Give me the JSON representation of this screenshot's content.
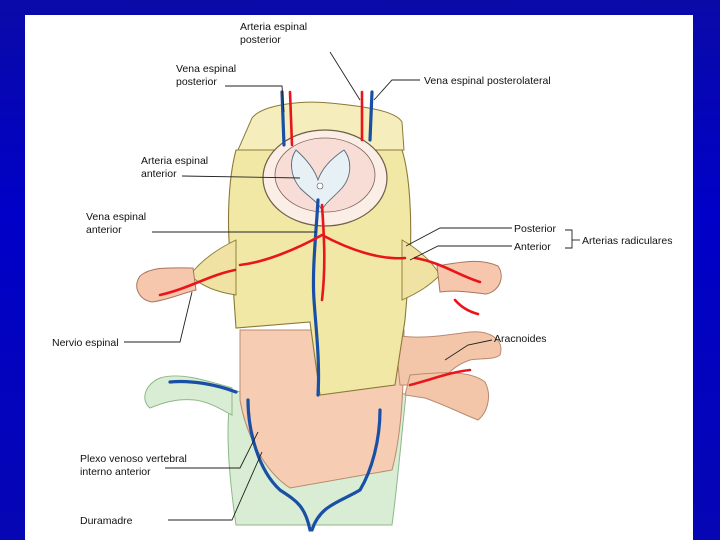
{
  "colors": {
    "background": "#0000c8",
    "artery": "#e8161a",
    "vein": "#1250a8",
    "cord_yellow": "#f2e7a3",
    "pia_pink": "#f6cdb4",
    "dura_green": "#d7ecd2"
  },
  "labels": {
    "arteria_espinal_posterior": [
      "Arteria espinal",
      "posterior"
    ],
    "vena_espinal_posterior": [
      "Vena espinal",
      "posterior"
    ],
    "vena_espinal_posterolateral": "Vena espinal posterolateral",
    "arteria_espinal_anterior": [
      "Arteria espinal",
      "anterior"
    ],
    "vena_espinal_anterior": [
      "Vena espinal",
      "anterior"
    ],
    "posterior": "Posterior",
    "anterior": "Anterior",
    "arterias_radiculares": "Arterias radiculares",
    "nervio_espinal": "Nervio espinal",
    "aracnoides": "Aracnoides",
    "plexo_venoso": [
      "Plexo venoso vertebral",
      "interno anterior"
    ],
    "duramadre": "Duramadre"
  }
}
